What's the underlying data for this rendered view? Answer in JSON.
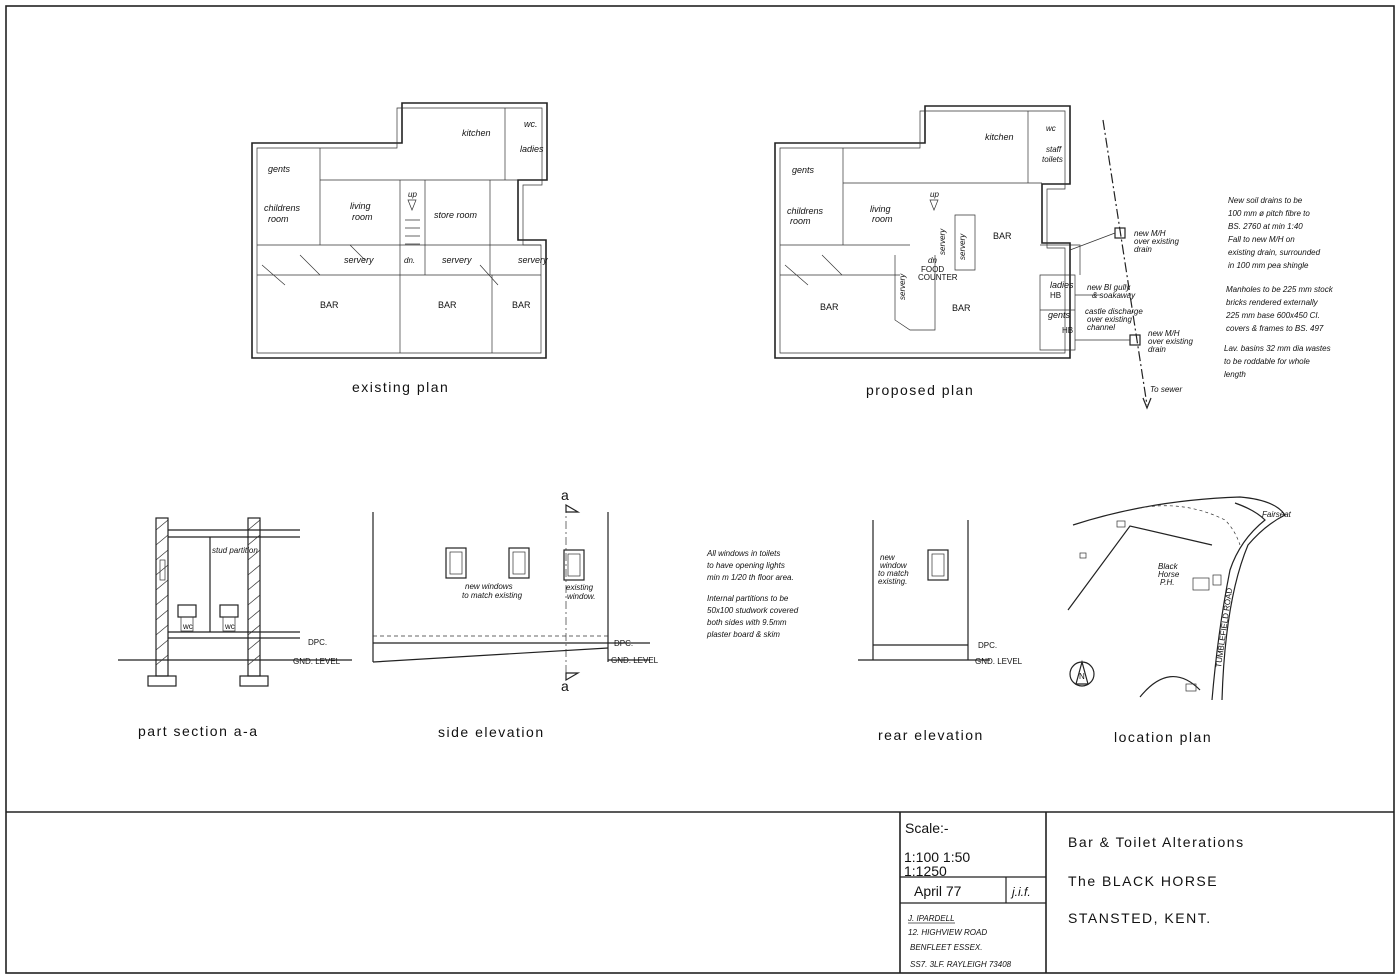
{
  "plans": {
    "existing": {
      "title": "existing plan",
      "rooms": {
        "kitchen": "kitchen",
        "wc": "wc.",
        "ladies": "ladies",
        "gents": "gents",
        "childrens": "childrens",
        "room": "room",
        "living": "living",
        "living_room": "room",
        "store_room": "store room",
        "servery1": "servery",
        "servery2": "servery",
        "servery3": "servery",
        "up": "up",
        "dn": "dn.",
        "bar1": "BAR",
        "bar2": "BAR",
        "bar3": "BAR"
      }
    },
    "proposed": {
      "title": "proposed plan",
      "rooms": {
        "kitchen": "kitchen",
        "wc": "wc",
        "staff": "staff",
        "toilets": "toilets",
        "gents": "gents",
        "childrens": "childrens",
        "room": "room",
        "living": "living",
        "living_room": "room",
        "up": "up",
        "dn": "dn",
        "bar1": "BAR",
        "bar2": "BAR",
        "bar3": "BAR",
        "servery_a": "servery",
        "servery_b": "servery",
        "servery_c": "servery",
        "food": "FOOD",
        "counter": "COUNTER",
        "ladies": "ladies",
        "gents2": "gents",
        "hb1": "HB",
        "hb2": "HB"
      },
      "drain_notes": {
        "mh1": [
          "new M/H",
          "over existing",
          "drain"
        ],
        "gully": [
          "new BI gully",
          "& soakaway"
        ],
        "castle": [
          "castle discharge",
          "over existing",
          "channel"
        ],
        "mh2": [
          "new M/H",
          "over existing",
          "drain"
        ],
        "sewer": "To sewer"
      }
    }
  },
  "spec_notes": [
    "New soil drains to be",
    "100 mm ø pitch fibre to",
    "BS. 2760 at min 1:40",
    "Fall to new M/H on",
    "existing drain, surrounded",
    "in 100 mm pea shingle",
    "",
    "Manholes to be 225 mm stock",
    "bricks rendered externally",
    "225 mm base 600x450 CI.",
    "covers & frames to BS. 497",
    "",
    "Lav. basins 32 mm dia wastes",
    "to be roddable for whole",
    "length"
  ],
  "window_notes": [
    "All windows in toilets",
    "to have opening lights",
    "min m 1/20 th floor area.",
    "",
    "Internal partitions to be",
    "50x100 studwork covered",
    "both sides with 9.5mm",
    "plaster board & skim"
  ],
  "section": {
    "title": "part section a-a",
    "stud_partition": "stud partition",
    "wc1": "wc",
    "wc2": "wc",
    "dpc": "DPC.",
    "gnd": "GND. LEVEL"
  },
  "side_elevation": {
    "title": "side elevation",
    "new_windows": [
      "new windows",
      "to match existing"
    ],
    "existing_window": [
      "existing",
      "window."
    ],
    "section_marker": "a",
    "dpc": "DPC.",
    "gnd": "GND. LEVEL"
  },
  "rear_elevation": {
    "title": "rear elevation",
    "new_window": [
      "new",
      "window",
      "to match",
      "existing."
    ],
    "dpc": "DPC.",
    "gnd": "GND. LEVEL"
  },
  "location_plan": {
    "title": "location plan",
    "building": [
      "Black",
      "Horse",
      "P.H."
    ],
    "road": "TUMBLEFIELD ROAD",
    "fairseat": "Fairseat",
    "north": "N"
  },
  "title_block": {
    "scale_label": "Scale:-",
    "scale_values": [
      "1:100  1:50",
      "1:1250"
    ],
    "date": "April 77",
    "initials": "j.i.f.",
    "address": [
      "J. IPARDELL",
      "12. HIGHVIEW ROAD",
      "BENFLEET ESSEX.",
      "SS7. 3LF.    RAYLEIGH 73408"
    ],
    "project": "Bar & Toilet Alterations",
    "building": "The BLACK HORSE",
    "location": "STANSTED,   KENT."
  }
}
